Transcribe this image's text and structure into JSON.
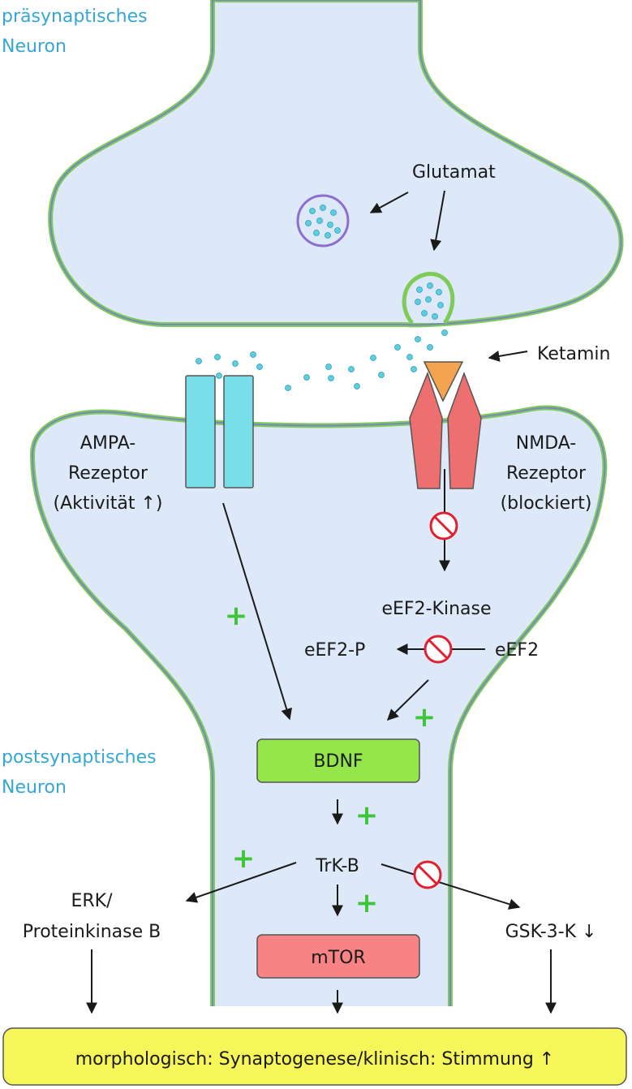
{
  "labels": {
    "presynaptic_line1": "präsynaptisches",
    "presynaptic_line2": "Neuron",
    "postsynaptic_line1": "postsynaptisches",
    "postsynaptic_line2": "Neuron",
    "glutamat": "Glutamat",
    "ketamin": "Ketamin",
    "ampa_line1": "AMPA-",
    "ampa_line2": "Rezeptor",
    "ampa_line3": "(Aktivität ↑)",
    "nmda_line1": "NMDA-",
    "nmda_line2": "Rezeptor",
    "nmda_line3": "(blockiert)",
    "eef2_kinase": "eEF2-Kinase",
    "eef2p": "eEF2-P",
    "eef2": "eEF2",
    "bdnf": "BDNF",
    "trkb": "TrK-B",
    "mtor": "mTOR",
    "erk_line1": "ERK/",
    "erk_line2": "Proteinkinase B",
    "gsk": "GSK-3-K ↓",
    "result": "morphologisch: Synaptogenese/klinisch: Stimmung ↑",
    "plus": "+"
  },
  "colors": {
    "membrane_outer": "#7ecb5a",
    "membrane_inner": "#7a86c2",
    "cytoplasm": "#dde9f8",
    "ampa": "#78dfe8",
    "nmda": "#ee6f6f",
    "ketamin": "#f4a34e",
    "bdnf": "#95e64a",
    "mtor": "#f78385",
    "result_box": "#f6f55a",
    "inhibit": "#e0202e",
    "label_blue": "#35a7d4",
    "glutamate_dot": "#5fcde0",
    "vesicle_border": "#8d6ed0"
  }
}
